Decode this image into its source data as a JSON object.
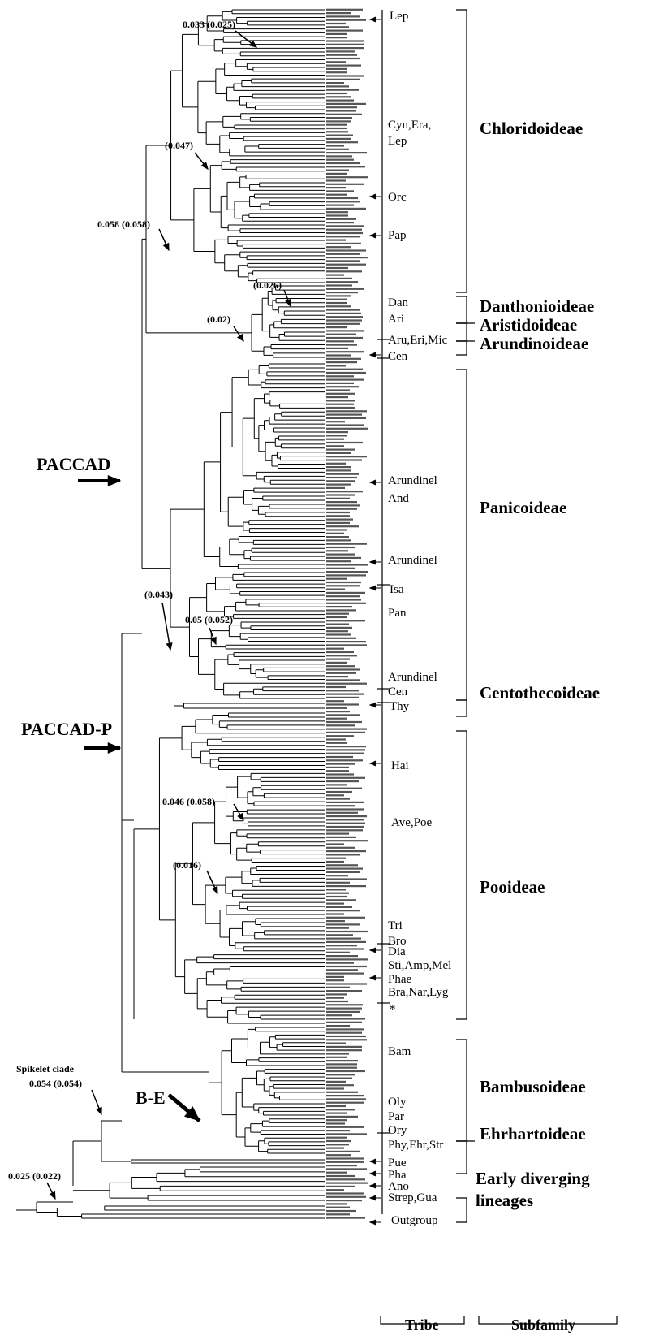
{
  "subfamilies": [
    {
      "id": "chloridoideae",
      "label": "Chloridoideae"
    },
    {
      "id": "danthonioideae",
      "label": "Danthonioideae"
    },
    {
      "id": "aristidoideae",
      "label": "Aristidoideae"
    },
    {
      "id": "arundinoideae",
      "label": "Arundinoideae"
    },
    {
      "id": "panicoideae",
      "label": "Panicoideae"
    },
    {
      "id": "centothecoideae",
      "label": "Centothecoideae"
    },
    {
      "id": "pooideae",
      "label": "Pooideae"
    },
    {
      "id": "bambusoideae",
      "label": "Bambusoideae"
    },
    {
      "id": "ehrhartoideae",
      "label": "Ehrhartoideae"
    },
    {
      "id": "early1",
      "label": "Early diverging"
    },
    {
      "id": "early2",
      "label": "lineages"
    }
  ],
  "tribes": [
    {
      "id": "lep1",
      "label": "Lep"
    },
    {
      "id": "cyn",
      "label": "Cyn,Era,"
    },
    {
      "id": "cyn2",
      "label": "Lep"
    },
    {
      "id": "orc",
      "label": "Orc"
    },
    {
      "id": "pap",
      "label": "Pap"
    },
    {
      "id": "dan",
      "label": "Dan"
    },
    {
      "id": "ari",
      "label": "Ari"
    },
    {
      "id": "aru",
      "label": "Aru,Eri,Mic"
    },
    {
      "id": "cen1",
      "label": "Cen"
    },
    {
      "id": "arundinel1",
      "label": "Arundinel"
    },
    {
      "id": "and",
      "label": "And"
    },
    {
      "id": "arundinel2",
      "label": "Arundinel"
    },
    {
      "id": "isa",
      "label": "Isa"
    },
    {
      "id": "pan",
      "label": "Pan"
    },
    {
      "id": "arundinel3",
      "label": "Arundinel"
    },
    {
      "id": "cen2",
      "label": "Cen"
    },
    {
      "id": "thy",
      "label": "Thy"
    },
    {
      "id": "hai",
      "label": "Hai"
    },
    {
      "id": "ave",
      "label": "Ave,Poe"
    },
    {
      "id": "tri",
      "label": "Tri"
    },
    {
      "id": "bro",
      "label": "Bro"
    },
    {
      "id": "dia",
      "label": "Dia"
    },
    {
      "id": "sti",
      "label": "Sti,Amp,Mel"
    },
    {
      "id": "phae",
      "label": "Phae"
    },
    {
      "id": "bra",
      "label": "Bra,Nar,Lyg"
    },
    {
      "id": "star",
      "label": "*"
    },
    {
      "id": "bam",
      "label": "Bam"
    },
    {
      "id": "oly",
      "label": "Oly"
    },
    {
      "id": "par",
      "label": "Par"
    },
    {
      "id": "ory",
      "label": "Ory"
    },
    {
      "id": "phy",
      "label": "Phy,Ehr,Str"
    },
    {
      "id": "pue",
      "label": "Pue"
    },
    {
      "id": "pha",
      "label": "Pha"
    },
    {
      "id": "ano",
      "label": "Ano"
    },
    {
      "id": "strep",
      "label": "Strep,Gua"
    },
    {
      "id": "outgroup",
      "label": "Outgroup"
    }
  ],
  "node_labels": [
    {
      "id": "n1",
      "label": "0.033 (0.025)"
    },
    {
      "id": "n2",
      "label": "(0.047)"
    },
    {
      "id": "n3",
      "label": "0.058 (0.058)"
    },
    {
      "id": "n4",
      "label": "(0.026)"
    },
    {
      "id": "n5",
      "label": "(0.02)"
    },
    {
      "id": "n6",
      "label": "(0.043)"
    },
    {
      "id": "n7",
      "label": "0.05 (0.052)"
    },
    {
      "id": "n8",
      "label": "0.046 (0.058)"
    },
    {
      "id": "n9",
      "label": "(0.016)"
    },
    {
      "id": "n10a",
      "label": "Spikelet clade"
    },
    {
      "id": "n10b",
      "label": "0.054 (0.054)"
    },
    {
      "id": "n11",
      "label": "0.025 (0.022)"
    }
  ],
  "clade_labels": {
    "paccad": "PACCAD",
    "paccad_p": "PACCAD-P",
    "be": "B-E"
  },
  "footer": {
    "tribe": "Tribe",
    "subfamily": "Subfamily"
  }
}
